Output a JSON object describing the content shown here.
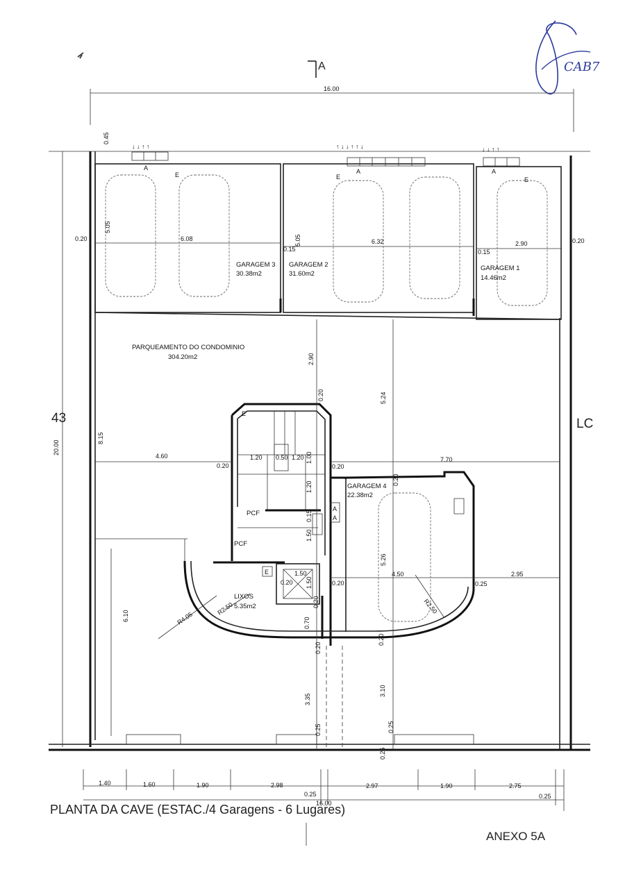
{
  "section_marker": "A",
  "signature": "CAB7",
  "side_labels": {
    "left": "43",
    "right": "LC"
  },
  "title": "PLANTA DA CAVE (ESTAC./4 Garagens - 6 Lugares)",
  "annex": "ANEXO 5A",
  "rooms": {
    "garagem3": {
      "name": "GARAGEM 3",
      "area": "30.38m2"
    },
    "garagem2": {
      "name": "GARAGEM 2",
      "area": "31.60m2"
    },
    "garagem1": {
      "name": "GARAGEM 1",
      "area": "14.46m2"
    },
    "garagem4": {
      "name": "GARAGEM 4",
      "area": "22.38m2"
    },
    "parque": {
      "name": "PARQUEAMENTO DO CONDOMINIO",
      "area": "304.20m2"
    },
    "lixos": {
      "name": "LIXOS",
      "area": "5.35m2"
    },
    "pcf1": "PCF",
    "pcf2": "PCF"
  },
  "markers": {
    "a": "A",
    "e": "E"
  },
  "dims": {
    "top_total": "16.00",
    "bottom_total": "16.00",
    "d045": "0.45",
    "d505a": "5.05",
    "d505b": "5.05",
    "d020_left": "0.20",
    "d608": "6.08",
    "d015a": "0.15",
    "d632": "6.32",
    "d015b": "0.15",
    "d290a": "2.90",
    "d020_right": "0.20",
    "d2000": "20.00",
    "d815": "8.15",
    "d290b": "2.90",
    "d524": "5.24",
    "d020_v1": "0.20",
    "d460": "4.60",
    "d020_a": "0.20",
    "d120a": "1.20",
    "d050": "0.50",
    "d120b": "1.20",
    "d100": "1.00",
    "d020_b": "0.20",
    "d770": "7.70",
    "d020_c": "0.20",
    "d120c": "1.20",
    "d015c": "0.15",
    "d150a": "1.50",
    "d150b": "1.50",
    "d150c": "1.50",
    "d020_d": "0.20",
    "d020_e": "0.20",
    "d020_f": "0.20",
    "d526": "5.26",
    "d450": "4.50",
    "d025a": "0.25",
    "d295": "2.95",
    "r405": "R4.05",
    "r250a": "R2.50",
    "r250b": "R2.50",
    "d610": "6.10",
    "d070": "0.70",
    "d020_g": "0.20",
    "d020_h": "0.20",
    "d335": "3.35",
    "d310": "3.10",
    "d025b": "0.25",
    "d025c": "0.25",
    "d025d": "0.25",
    "b140": "1.40",
    "b160": "1.60",
    "b190a": "1.90",
    "b298": "2.98",
    "b025a": "0.25",
    "b297": "2.97",
    "b190b": "1.90",
    "b275": "2.75",
    "b025b": "0.25"
  }
}
